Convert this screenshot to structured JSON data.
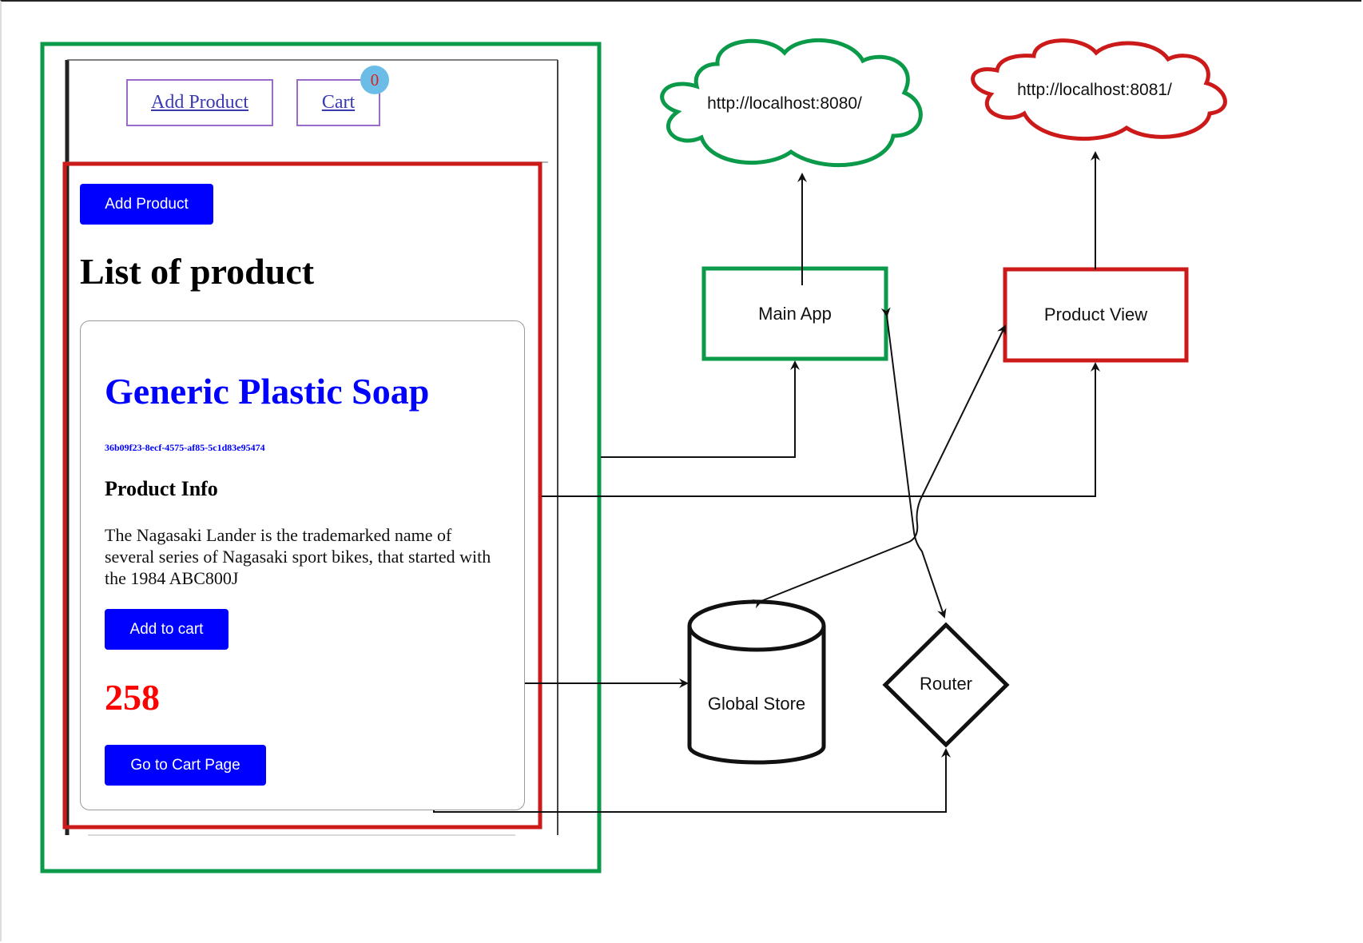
{
  "app_shell": {
    "nav": {
      "add_product_link": "Add Product",
      "cart_link": "Cart",
      "cart_count": "0"
    }
  },
  "product_view": {
    "add_product_button": "Add Product",
    "heading": "List of product",
    "product": {
      "name": "Generic Plastic Soap",
      "id": "36b09f23-8ecf-4575-af85-5c1d83e95474",
      "info_heading": "Product Info",
      "description": "The Nagasaki Lander is the trademarked name of several series of Nagasaki sport bikes, that started with the 1984 ABC800J",
      "add_to_cart_button": "Add to cart",
      "price": "258",
      "go_to_cart_button": "Go to Cart Page"
    }
  },
  "diagram": {
    "main_app_url": "http://localhost:8080/",
    "product_view_url": "http://localhost:8081/",
    "main_app_label": "Main App",
    "product_view_label": "Product View",
    "global_store_label": "Global Store",
    "router_label": "Router"
  },
  "colors": {
    "green": "#0a9a4a",
    "red": "#cc1a1a",
    "blue_button": "#0000ff",
    "link": "#3a3ab0"
  }
}
